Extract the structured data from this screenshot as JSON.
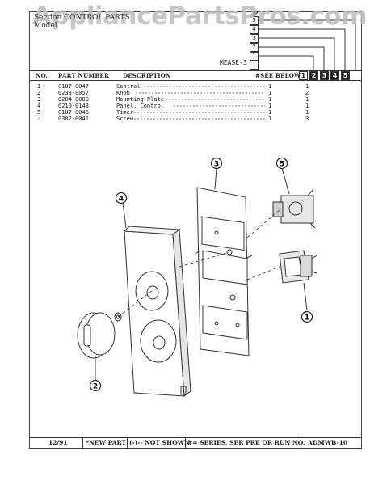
{
  "watermark": "AppliancePartsPros.com",
  "page": {
    "section_label": "Section CONTROL PARTS",
    "model_label": "Model"
  },
  "series": {
    "tag": "MEASE-3",
    "boxes": [
      "5",
      "4",
      "3",
      "2",
      "1"
    ]
  },
  "table": {
    "headers": {
      "no": "NO.",
      "part_number": "PART NUMBER",
      "description": "DESCRIPTION",
      "see_below": "#SEE BELOW"
    },
    "series_columns": [
      "1",
      "2",
      "3",
      "4",
      "5"
    ],
    "rows": [
      {
        "no": "1",
        "part": "0107-0047",
        "desc": "Control",
        "qty": "1",
        "s1": "1"
      },
      {
        "no": "2",
        "part": "0233-0057",
        "desc": "Knob",
        "qty": "1",
        "s1": "2"
      },
      {
        "no": "3",
        "part": "0204-0080",
        "desc": "Mounting Plate",
        "qty": "1",
        "s1": "1"
      },
      {
        "no": "4",
        "part": "0210-0143",
        "desc": "Panel, Control",
        "qty": "1",
        "s1": "1"
      },
      {
        "no": "5",
        "part": "0107-0046",
        "desc": "Timer",
        "qty": "1",
        "s1": "1"
      },
      {
        "no": "-",
        "part": "0302-0041",
        "desc": "Screw",
        "qty": "1",
        "s1": "3"
      }
    ]
  },
  "callouts": [
    "4",
    "3",
    "5",
    "1",
    "2"
  ],
  "footer": {
    "date": "12/91",
    "new_part": "*NEW PART",
    "not_shown": "(-)-- NOT SHOWN",
    "series_note": "#= SERIES, SER PRE OR RUN NO.",
    "code": "ADMWB-10"
  }
}
